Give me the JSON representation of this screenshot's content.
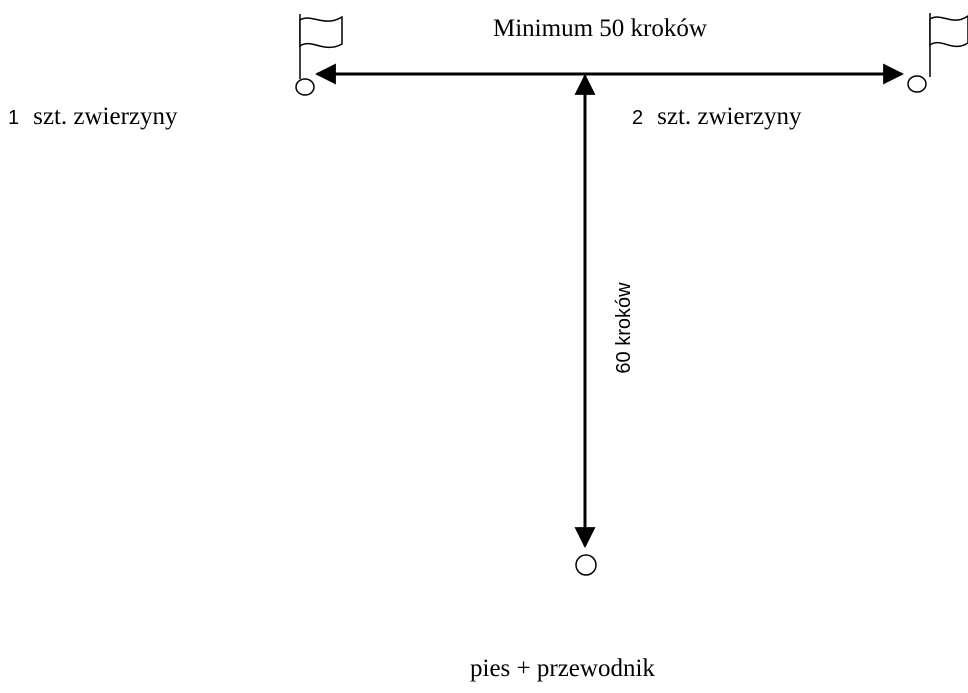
{
  "labels": {
    "top_distance": "Minimum 50 kroków",
    "left_target_number": "1",
    "left_target_text": "szt. zwierzyny",
    "right_target_number": "2",
    "right_target_text": "szt. zwierzyny",
    "vertical_distance": "60 kroków",
    "start_position": "pies + przewodnik"
  },
  "colors": {
    "stroke": "#000000",
    "background": "#ffffff"
  }
}
